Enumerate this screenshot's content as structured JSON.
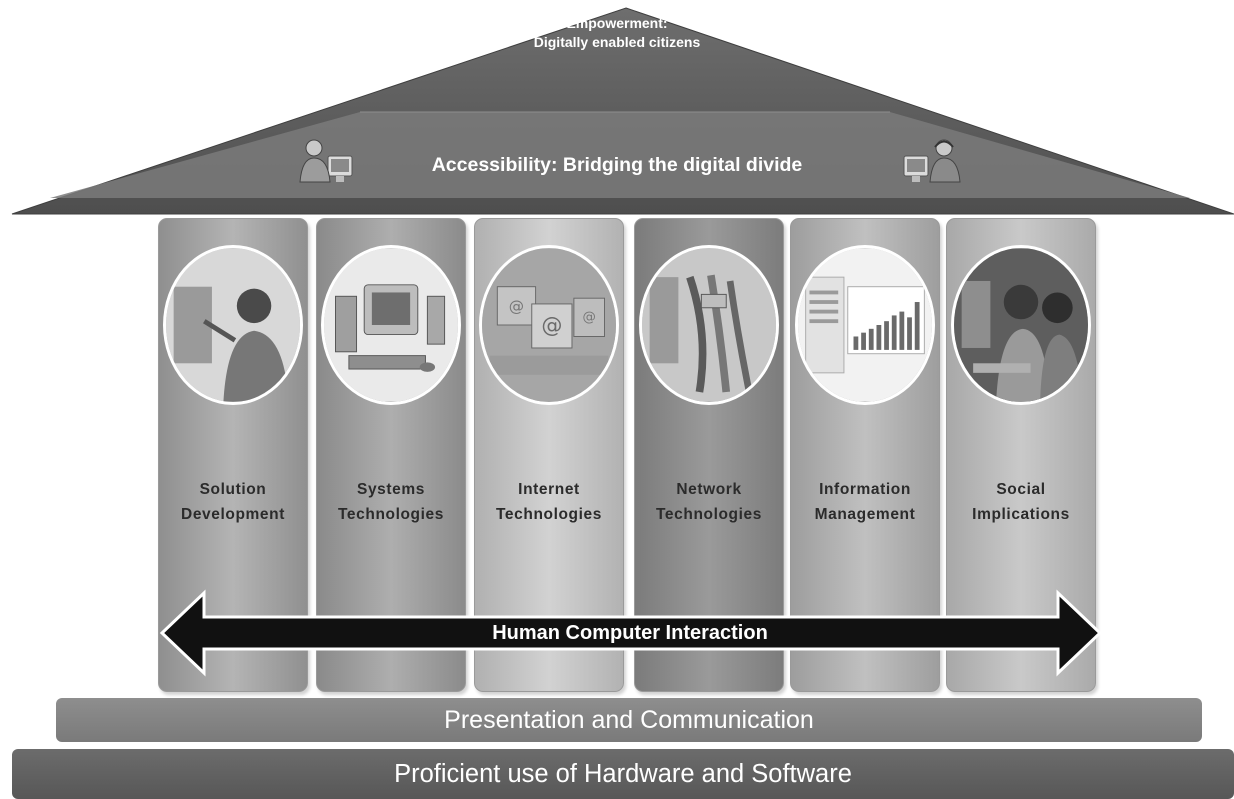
{
  "roof": {
    "title_line1": "Empowerment:",
    "title_line2": "Digitally enabled citizens",
    "band_label": "Accessibility: Bridging the digital divide",
    "left_icon": "computer-user-icon",
    "right_icon": "headset-user-icon"
  },
  "pillars": [
    {
      "label": "Solution\nDevelopment",
      "image": "woman-at-screen-photo"
    },
    {
      "label": "Systems\nTechnologies",
      "image": "computer-hardware-photo"
    },
    {
      "label": "Internet\nTechnologies",
      "image": "internet-computers-photo"
    },
    {
      "label": "Network\nTechnologies",
      "image": "network-cables-photo"
    },
    {
      "label": "Information\nManagement",
      "image": "data-dashboard-photo"
    },
    {
      "label": "Social\nImplications",
      "image": "people-at-computer-photo"
    }
  ],
  "arrow": {
    "label": "Human Computer Interaction"
  },
  "foundation": {
    "upper": "Presentation and Communication",
    "lower": "Proficient use of Hardware and Software"
  },
  "colors": {
    "roof_dark": "#5a5a5a",
    "roof_band": "#777777",
    "arrow_fill": "#111111",
    "arrow_outline": "#ffffff"
  }
}
